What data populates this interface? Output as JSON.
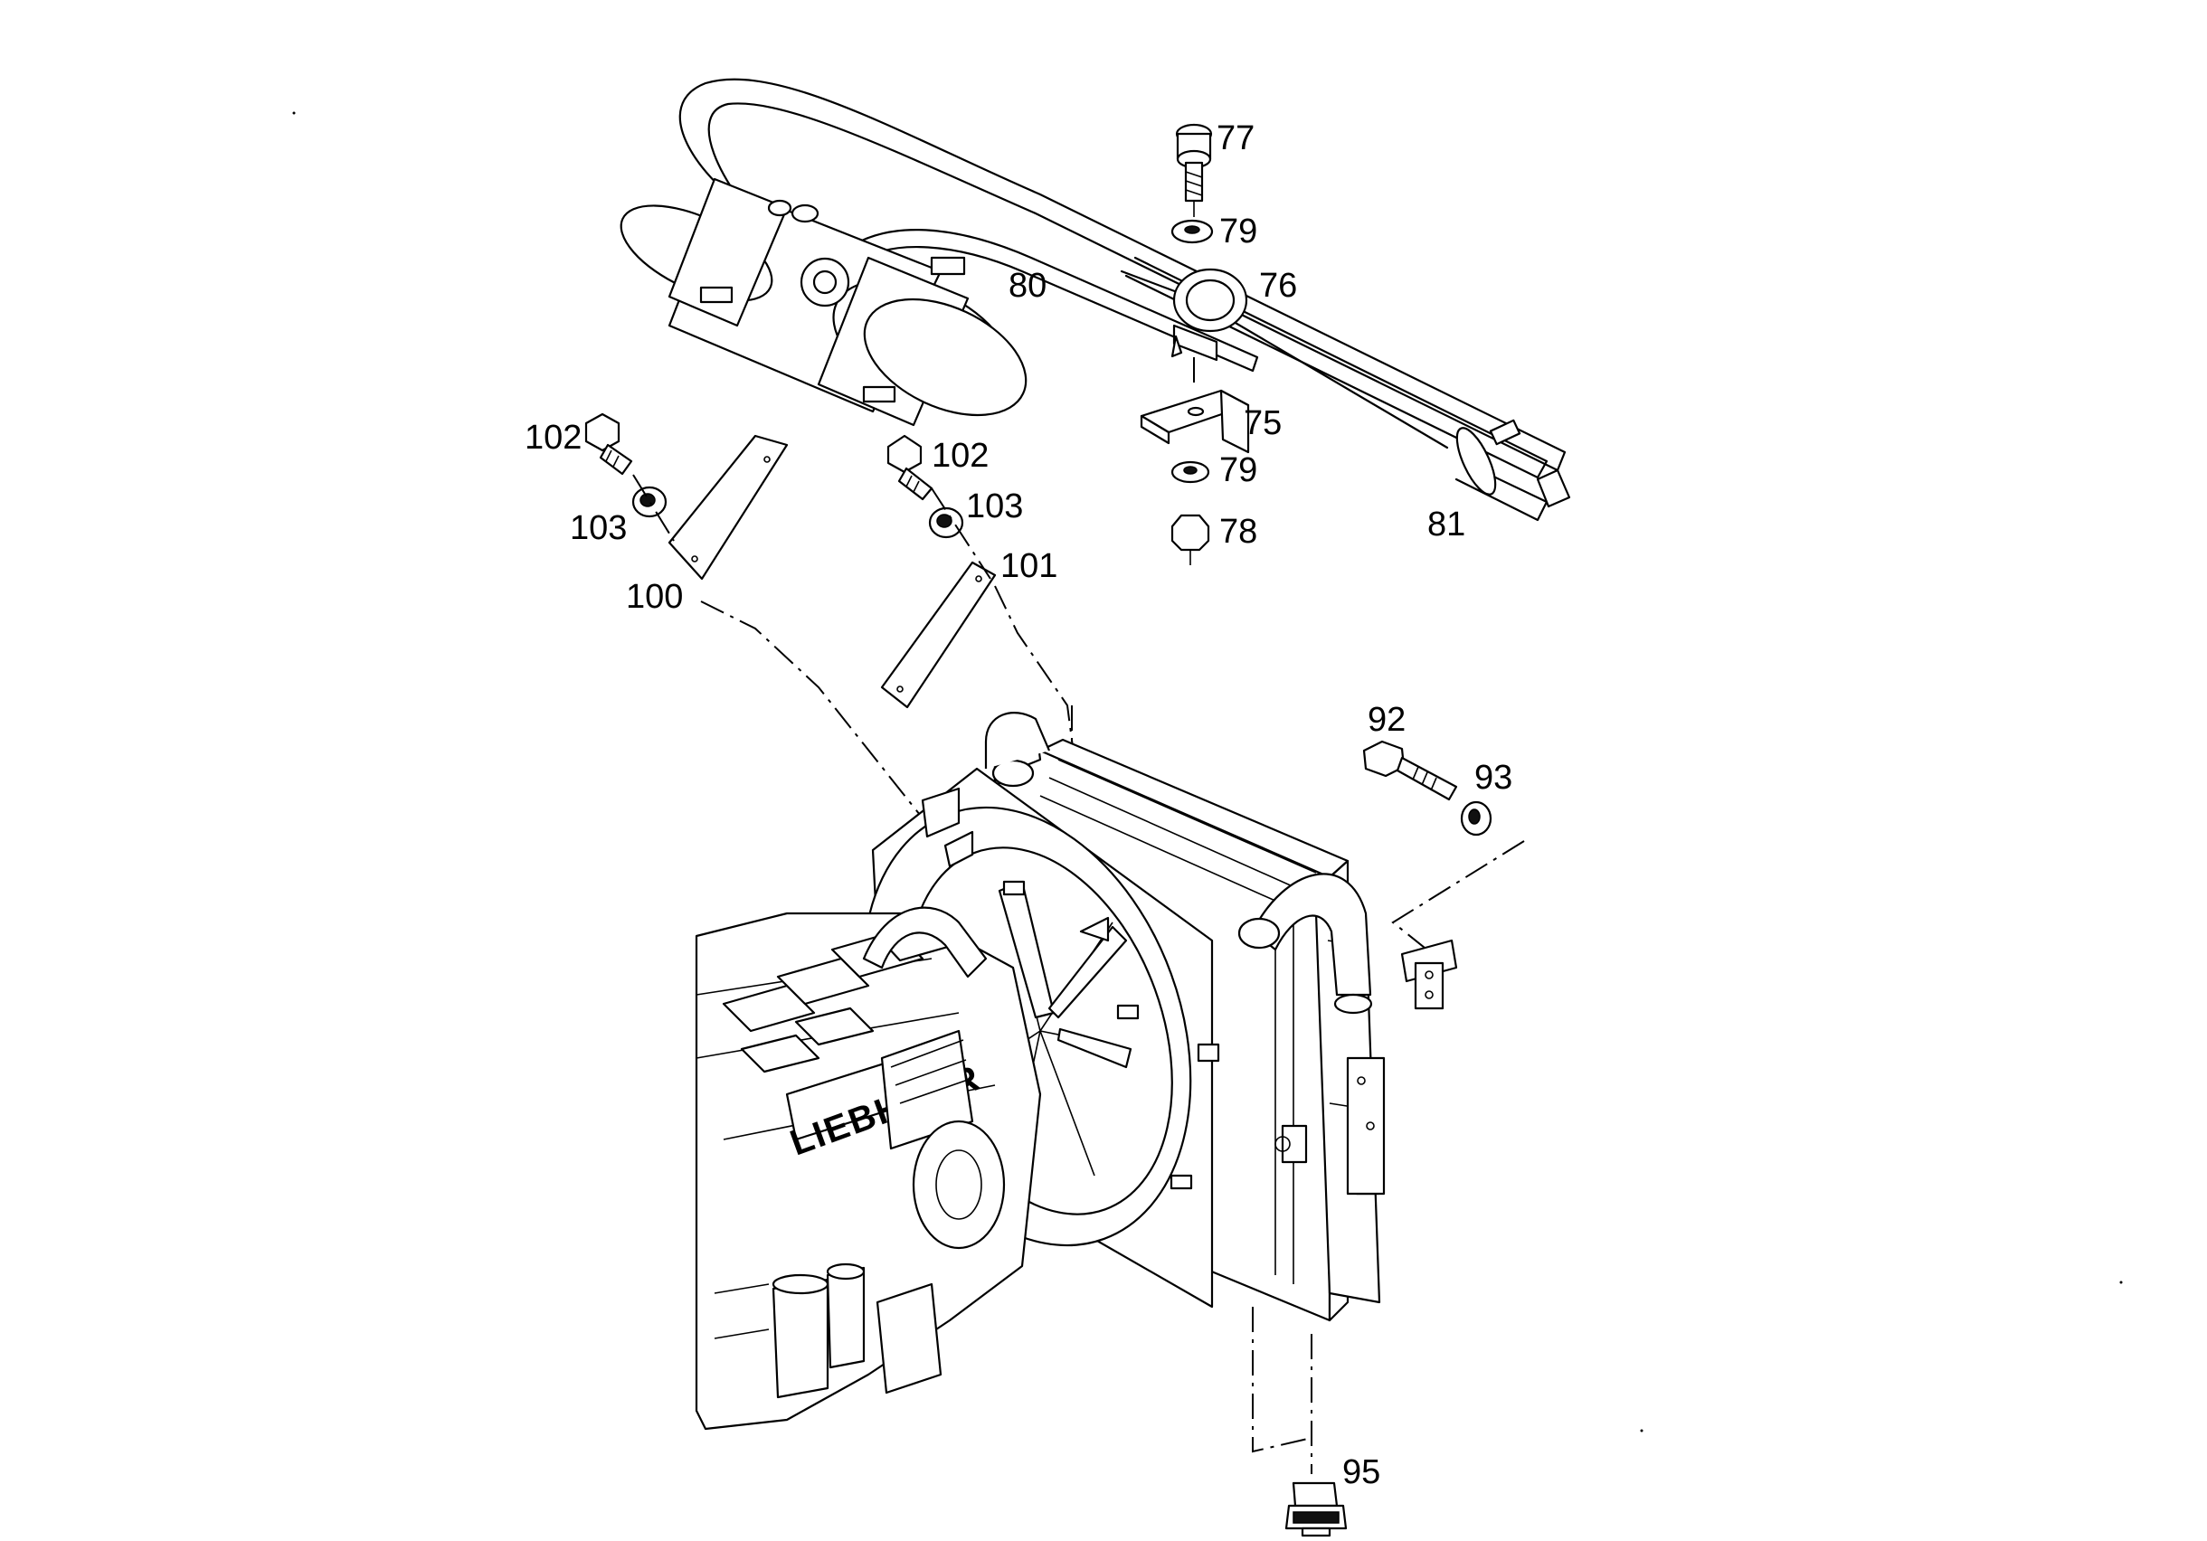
{
  "brand_text": "LIEBHERR",
  "callouts": [
    {
      "id": "c77",
      "text": "77"
    },
    {
      "id": "c79a",
      "text": "79"
    },
    {
      "id": "c76",
      "text": "76"
    },
    {
      "id": "c80",
      "text": "80"
    },
    {
      "id": "c75",
      "text": "75"
    },
    {
      "id": "c79b",
      "text": "79"
    },
    {
      "id": "c78",
      "text": "78"
    },
    {
      "id": "c81",
      "text": "81"
    },
    {
      "id": "c102a",
      "text": "102"
    },
    {
      "id": "c103a",
      "text": "103"
    },
    {
      "id": "c100",
      "text": "100"
    },
    {
      "id": "c102b",
      "text": "102"
    },
    {
      "id": "c103b",
      "text": "103"
    },
    {
      "id": "c101",
      "text": "101"
    },
    {
      "id": "c92",
      "text": "92"
    },
    {
      "id": "c93",
      "text": "93"
    },
    {
      "id": "c95",
      "text": "95"
    }
  ]
}
